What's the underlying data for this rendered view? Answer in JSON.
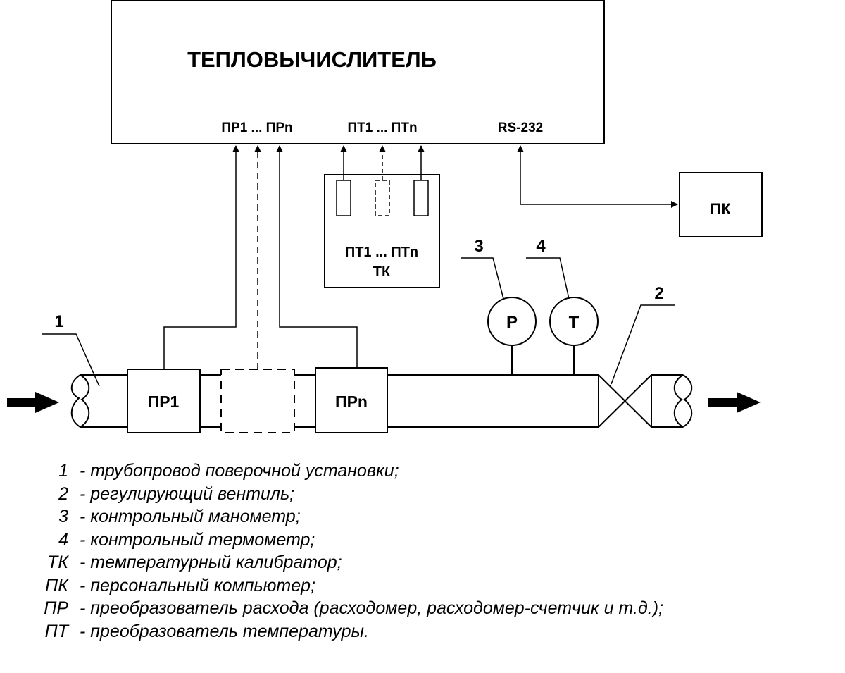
{
  "diagram": {
    "calculator": {
      "title": "ТЕПЛОВЫЧИСЛИТЕЛЬ",
      "port_flow": "ПР1 ... ПРn",
      "port_temp": "ПТ1 ... ПТn",
      "port_serial": "RS-232"
    },
    "pc_label": "ПК",
    "temp_calibrator": {
      "line1": "ПТ1 ... ПТn",
      "line2": "ТК"
    },
    "flow_first": "ПР1",
    "flow_last": "ПРn",
    "gauge_pressure": "Р",
    "gauge_temperature": "Т",
    "callouts": [
      "1",
      "2",
      "3",
      "4"
    ]
  },
  "legend": [
    {
      "code": "1",
      "text": "- трубопровод поверочной установки;"
    },
    {
      "code": "2",
      "text": "- регулирующий вентиль;"
    },
    {
      "code": "3",
      "text": "- контрольный манометр;"
    },
    {
      "code": "4",
      "text": "- контрольный термометр;"
    },
    {
      "code": "ТК",
      "text": "- температурный калибратор;"
    },
    {
      "code": "ПК",
      "text": "- персональный компьютер;"
    },
    {
      "code": "ПР",
      "text": "- преобразователь расхода (расходомер, расходомер-счетчик и т.д.);"
    },
    {
      "code": "ПТ",
      "text": "- преобразователь температуры."
    }
  ]
}
